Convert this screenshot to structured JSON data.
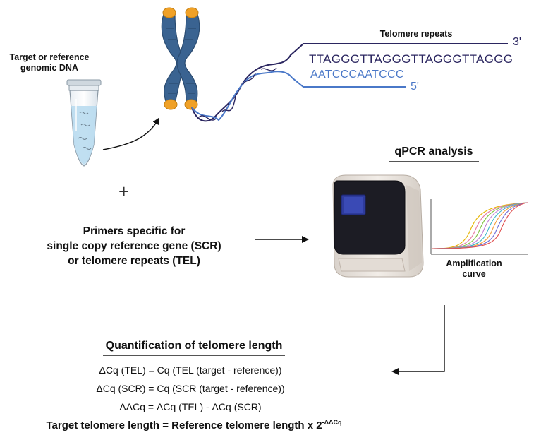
{
  "sample": {
    "label_line1": "Target or reference",
    "label_line2": "genomic DNA"
  },
  "telomere": {
    "label": "Telomere repeats",
    "strand_top": "TTAGGGTTAGGGTTAGGGTTAGGG",
    "strand_bottom": "AATCCCAATCCC",
    "end_top": "3'",
    "end_bottom": "5'"
  },
  "plus_sign": "+",
  "primers": {
    "line1": "Primers specific for",
    "line2": "single copy reference gene (SCR)",
    "line3": "or telomere repeats (TEL)"
  },
  "qpcr": {
    "title": "qPCR analysis",
    "curve_label_line1": "Amplification",
    "curve_label_line2": "curve"
  },
  "quantification": {
    "title": "Quantification of telomere length",
    "eq1": "ΔCq (TEL) = Cq (TEL (target - reference))",
    "eq2": "ΔCq (SCR) = Cq (SCR (target - reference))",
    "eq3": "ΔΔCq = ΔCq (TEL) - ΔCq (SCR)",
    "final_text": "Target telomere length = Reference telomere length x 2",
    "final_exponent": "-ΔΔCq"
  },
  "colors": {
    "chromosome": "#3a6391",
    "chromosome_dark": "#2a4b70",
    "telomere_cap": "#f0a127",
    "strand_top": "#2b2660",
    "strand_bottom": "#4a78c8",
    "tube_liquid": "#b9dcf0",
    "machine_body": "#ece6e0",
    "machine_screen": "#2e3b9c"
  }
}
